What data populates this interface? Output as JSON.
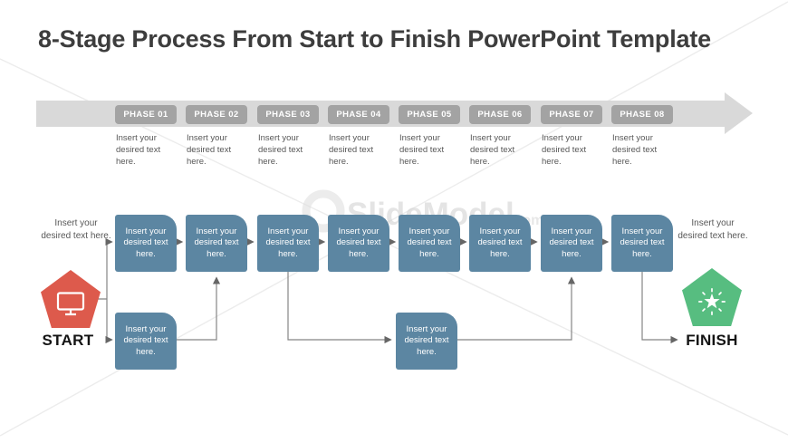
{
  "title": "8-Stage Process From Start to Finish PowerPoint Template",
  "watermark": {
    "brand": "SlideModel",
    "suffix": ".com"
  },
  "phases": [
    {
      "label": "PHASE 01",
      "description": "Insert your desired text here."
    },
    {
      "label": "PHASE 02",
      "description": "Insert your desired text here."
    },
    {
      "label": "PHASE 03",
      "description": "Insert your desired text here."
    },
    {
      "label": "PHASE 04",
      "description": "Insert your desired text here."
    },
    {
      "label": "PHASE 05",
      "description": "Insert your desired text here."
    },
    {
      "label": "PHASE 06",
      "description": "Insert your desired text here."
    },
    {
      "label": "PHASE 07",
      "description": "Insert your desired text here."
    },
    {
      "label": "PHASE 08",
      "description": "Insert your desired text here."
    }
  ],
  "flow": {
    "start_label": "START",
    "finish_label": "FINISH",
    "start_side_text": "Insert your desired text here.",
    "finish_side_text": "Insert your desired text here.",
    "top_boxes": [
      "Insert your desired text here.",
      "Insert your desired text here.",
      "Insert your desired text here.",
      "Insert your desired text here.",
      "Insert your desired text here.",
      "Insert your desired text here.",
      "Insert your desired text here.",
      "Insert your desired text here."
    ],
    "bottom_boxes": [
      "Insert your desired text here.",
      "Insert your desired text here."
    ]
  },
  "colors": {
    "accent_red": "#dd5a4c",
    "accent_green": "#57bd80",
    "box_blue": "#5c86a2",
    "band_gray": "#d9d9d9",
    "pill_gray": "#a3a3a3",
    "connector_gray": "#808080",
    "text_gray": "#575757",
    "title_color": "#3d3d3d"
  }
}
